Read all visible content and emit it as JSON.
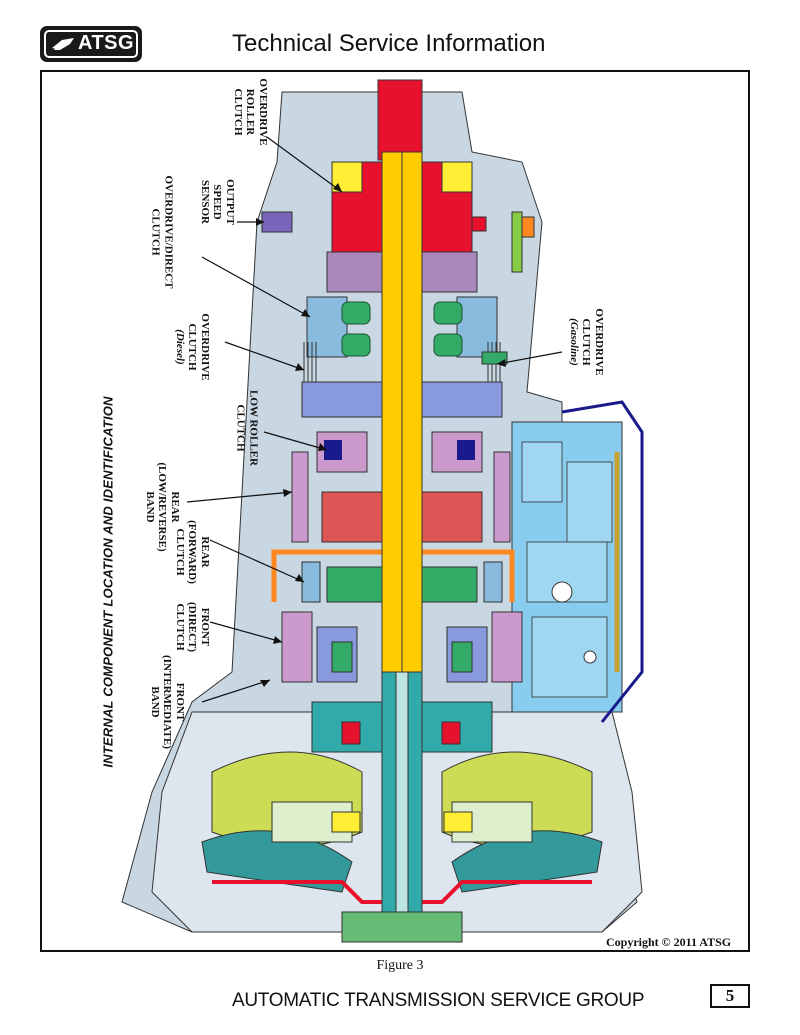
{
  "header": {
    "logo_text": "ATSG",
    "title": "Technical Service Information"
  },
  "figure": {
    "side_title": "INTERNAL COMPONENT LOCATION AND IDENTIFICATION",
    "labels": {
      "overdrive_roller_clutch": [
        "OVERDRIVE",
        "ROLLER",
        "CLUTCH"
      ],
      "output_speed_sensor": [
        "OUTPUT",
        "SPEED",
        "SENSOR"
      ],
      "overdrive_direct_clutch": [
        "OVERDRIVE/DIRECT",
        "CLUTCH"
      ],
      "overdrive_clutch_diesel": [
        "OVERDRIVE",
        "CLUTCH",
        "(Diesel)"
      ],
      "overdrive_clutch_gasoline": [
        "OVERDRIVE",
        "CLUTCH",
        "(Gasoline)"
      ],
      "low_roller_clutch": [
        "LOW ROLLER",
        "CLUTCH"
      ],
      "rear_low_reverse_band": [
        "REAR",
        "(LOW/REVERSE)",
        "BAND"
      ],
      "rear_forward_clutch": [
        "REAR",
        "(FORWARD)",
        "CLUTCH"
      ],
      "front_direct_clutch": [
        "FRONT",
        "(DIRECT)",
        "CLUTCH"
      ],
      "front_intermediate_band": [
        "FRONT",
        "(INTERMEDIATE)",
        "BAND"
      ]
    },
    "copyright": "Copyright © 2011 ATSG",
    "caption": "Figure 3"
  },
  "footer": {
    "title": "AUTOMATIC TRANSMISSION SERVICE GROUP",
    "page_number": "5"
  },
  "colors": {
    "case_gray": "#b8ccd8",
    "shaft_yellow": "#ffcc00",
    "red": "#e8112d",
    "magenta": "#cc99cc",
    "green": "#33aa66",
    "lime": "#ccdd55",
    "teal": "#33999a",
    "light_blue": "#88ccee",
    "orange": "#ff8822",
    "navy": "#1a1a8c"
  }
}
